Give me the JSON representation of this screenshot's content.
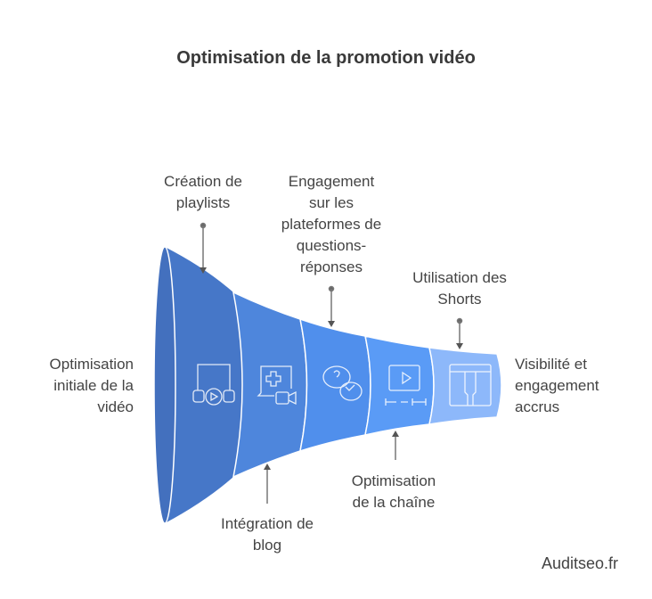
{
  "title": "Optimisation de la promotion vidéo",
  "start_label": [
    "Optimisation",
    "initiale de la",
    "vidéo"
  ],
  "end_label": [
    "Visibilité et",
    "engagement",
    "accrus"
  ],
  "stages": [
    {
      "label": [
        "Création de",
        "playlists"
      ],
      "icon": "playlist-player-icon",
      "color": "#4677C8"
    },
    {
      "label": [
        "Intégration de",
        "blog"
      ],
      "icon": "blog-video-icon",
      "color": "#4E86DC"
    },
    {
      "label": [
        "Engagement",
        "sur les",
        "plateformes de",
        "questions-",
        "réponses"
      ],
      "icon": "qa-chat-icon",
      "color": "#508FEC"
    },
    {
      "label": [
        "Optimisation",
        "de la chaîne"
      ],
      "icon": "channel-video-icon",
      "color": "#5A9BF6"
    },
    {
      "label": [
        "Utilisation des",
        "Shorts"
      ],
      "icon": "shorts-layout-icon",
      "color": "#8DB8FA"
    }
  ],
  "brand": "Auditseo.fr"
}
